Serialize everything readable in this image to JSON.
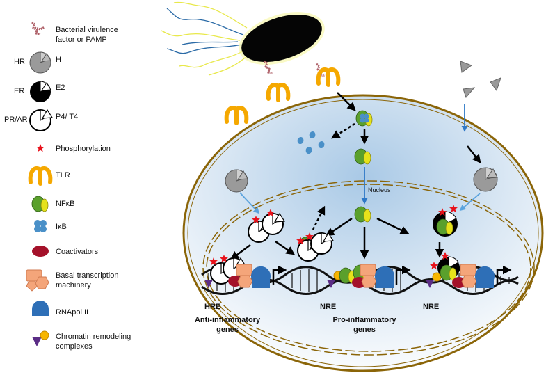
{
  "legend": {
    "items": [
      {
        "icon": "bacterial-virulence-icon",
        "lines": [
          "Bacterial virulence",
          "factor or PAMP"
        ]
      },
      {
        "icon": "hormone-receptor-icon",
        "side_label": "HR",
        "lines": [
          "H"
        ]
      },
      {
        "icon": "estrogen-receptor-icon",
        "side_label": "ER",
        "lines": [
          "E2"
        ]
      },
      {
        "icon": "progesterone-androgen-receptor-icon",
        "side_label": "PR/AR",
        "lines": [
          "P4/ T4"
        ]
      },
      {
        "icon": "phosphorylation-star-icon",
        "lines": [
          "Phosphorylation"
        ]
      },
      {
        "icon": "tlr-receptor-icon",
        "lines": [
          "TLR"
        ]
      },
      {
        "icon": "nfkb-icon",
        "lines": [
          "NFκB"
        ]
      },
      {
        "icon": "ikb-icon",
        "lines": [
          "IκB"
        ]
      },
      {
        "icon": "coactivator-icon",
        "lines": [
          "Coactivators"
        ]
      },
      {
        "icon": "basal-transcription-icon",
        "lines": [
          "Basal transcription",
          "machinery"
        ]
      },
      {
        "icon": "rnapol-icon",
        "lines": [
          "RNApol II"
        ]
      },
      {
        "icon": "chromatin-remodeling-icon",
        "lines": [
          "Chromatin remodeling",
          "complexes"
        ]
      }
    ]
  },
  "diagram": {
    "nucleus_label": "Nucleus",
    "elements": {
      "hre": "HRE",
      "nre_left": "NRE",
      "nre_right": "NRE"
    },
    "genes": {
      "anti": [
        "Anti-inflammatory",
        "genes"
      ],
      "pro": [
        "Pro-inflammatory",
        "genes"
      ]
    }
  },
  "colors": {
    "cell_border": "#8B6508",
    "nfkb_green": "#5aa02c",
    "nfkb_yellow": "#e6e21b",
    "ikb_blue": "#4a90c8",
    "tlr_orange": "#f5a800",
    "star_red": "#e8111a",
    "coactivator": "#a4112a",
    "basal": "#f4a57a",
    "rnapol": "#2e6fb7",
    "remodeling_purple": "#5b2d86",
    "hormone_grey": "#9a9a9a"
  }
}
